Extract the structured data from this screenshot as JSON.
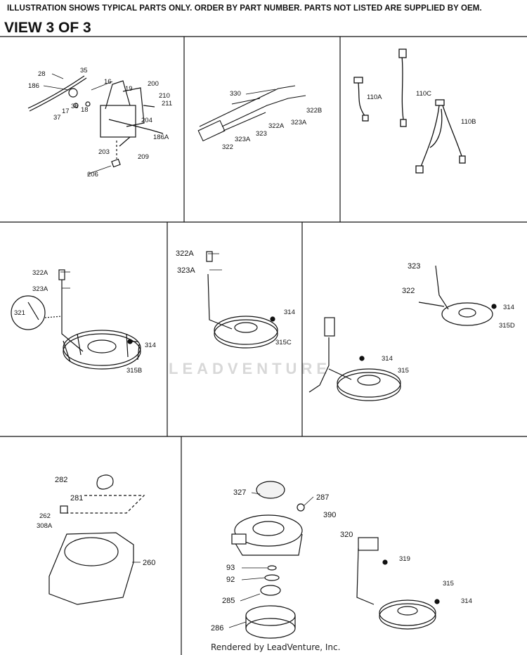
{
  "header": {
    "notice": "ILLUSTRATION SHOWS TYPICAL PARTS ONLY. ORDER BY PART NUMBER. PARTS NOT LISTED ARE SUPPLIED BY OEM.",
    "view": "VIEW 3 OF 3"
  },
  "panels": {
    "controls": [
      "28",
      "35",
      "186",
      "16",
      "19",
      "200",
      "17",
      "36",
      "18",
      "37",
      "210",
      "211",
      "204",
      "186A",
      "203",
      "209",
      "206"
    ],
    "wire_kit": [
      "330",
      "322B",
      "322A",
      "323A",
      "323",
      "323A",
      "322"
    ],
    "harness": [
      "110A",
      "110C",
      "110B"
    ],
    "alt_b": [
      "322A",
      "323A",
      "321",
      "314",
      "315B"
    ],
    "alt_c": [
      "322A",
      "323A",
      "314",
      "315C"
    ],
    "alt_d": [
      "323",
      "322",
      "314",
      "315D",
      "314",
      "315"
    ],
    "shroud": [
      "282",
      "281",
      "262",
      "308A",
      "260"
    ],
    "starter": [
      "327",
      "287",
      "390",
      "320",
      "319",
      "93",
      "92",
      "285",
      "286",
      "315",
      "314"
    ]
  },
  "watermark": "LEADVENTURE",
  "footer": "Rendered by LeadVenture, Inc."
}
